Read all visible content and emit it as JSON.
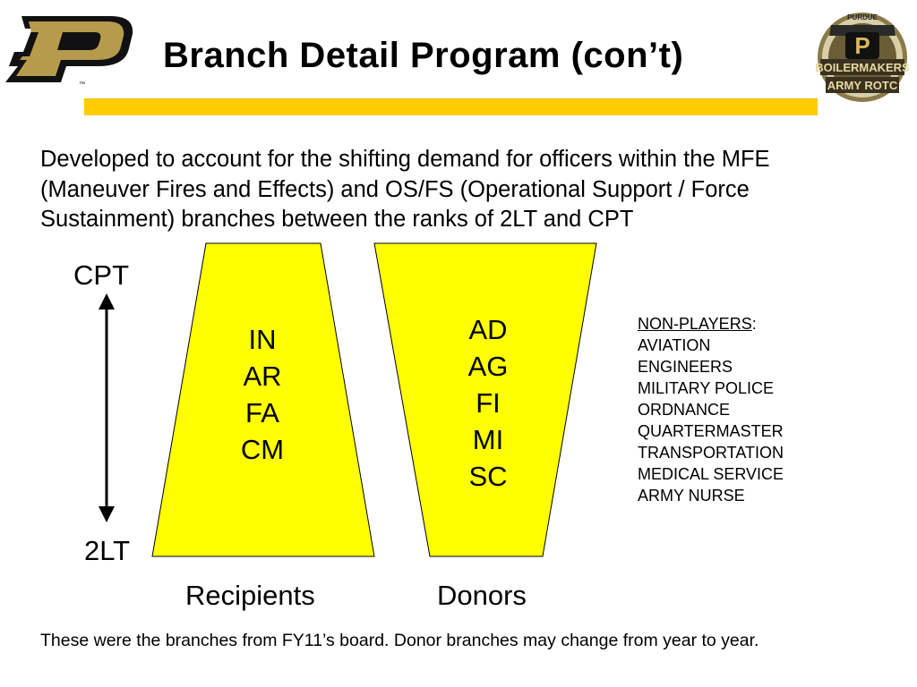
{
  "header": {
    "title": "Branch  Detail  Program (con’t)",
    "left_logo": {
      "icon": "purdue-p-logo",
      "letter": "P",
      "mark": "™"
    },
    "right_logo": {
      "icon": "boilermakers-army-rotc-seal",
      "text": [
        "PURDUE",
        "P",
        "BOILERMAKERS",
        "ARMY ROTC"
      ]
    },
    "rule_color": "#ffcc00"
  },
  "intro": {
    "text": "Developed to account for the shifting demand for officers within the MFE (Maneuver Fires and Effects) and OS/FS (Operational Support / Force Sustainment) branches between the ranks of 2LT and CPT"
  },
  "rank_axis": {
    "top_label": "CPT",
    "bottom_label": "2LT"
  },
  "recipients": {
    "label": "Recipients",
    "branches": [
      "IN",
      "AR",
      "FA",
      "CM"
    ],
    "fill_color": "#ffff00"
  },
  "donors": {
    "label": "Donors",
    "branches": [
      "AD",
      "AG",
      "FI",
      "MI",
      "SC"
    ],
    "fill_color": "#ffff00"
  },
  "non_players": {
    "heading": "NON-PLAYERS",
    "heading_suffix": ":",
    "items": [
      "AVIATION",
      "ENGINEERS",
      "MILITARY POLICE",
      "ORDNANCE",
      "QUARTERMASTER",
      "TRANSPORTATION",
      "MEDICAL SERVICE",
      "ARMY NURSE"
    ]
  },
  "footer": {
    "text": "These were the branches from FY11’s board.  Donor branches may change from year to year."
  }
}
